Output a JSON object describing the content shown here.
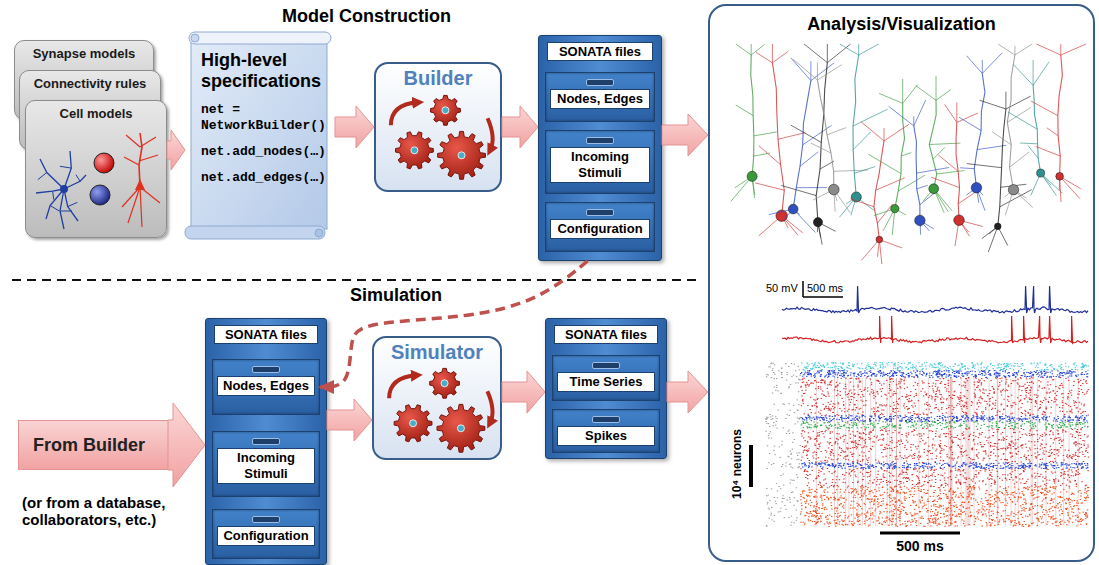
{
  "diagram": {
    "nodes": [
      {
        "text": [
          "Synapse models"
        ]
      },
      {
        "text": [
          "Connectivity rules"
        ]
      },
      {
        "text": [
          "Cell models"
        ]
      },
      {
        "text": [
          "High-level specifications",
          "net = NetworkBuilder()",
          "net.add_nodes(…)",
          "net.add_edges(…)"
        ]
      },
      {
        "text": [
          "Builder"
        ]
      },
      {
        "text": [
          "SONATA files"
        ]
      },
      {
        "text": [
          "Nodes, Edges"
        ],
        "in": 5
      },
      {
        "text": [
          "Incoming Stimuli"
        ],
        "in": 5
      },
      {
        "text": [
          "Configuration"
        ],
        "in": 5
      },
      {
        "text": [
          "Analysis/Visualization"
        ]
      },
      {
        "text": [
          "From Builder"
        ]
      },
      {
        "text": [
          "SONATA files"
        ]
      },
      {
        "text": [
          "Nodes, Edges"
        ],
        "in": 11
      },
      {
        "text": [
          "Incoming Stimuli"
        ],
        "in": 11
      },
      {
        "text": [
          "Configuration"
        ],
        "in": 11
      },
      {
        "text": [
          "Simulator"
        ]
      },
      {
        "text": [
          "SONATA files"
        ]
      },
      {
        "text": [
          "Time Series"
        ],
        "in": 16
      },
      {
        "text": [
          "Spikes"
        ],
        "in": 16
      }
    ],
    "edges": [
      {
        "from": 2,
        "to": 3,
        "arrow": "to"
      },
      {
        "from": 3,
        "to": 4,
        "arrow": "to"
      },
      {
        "from": 4,
        "to": 5,
        "arrow": "to"
      },
      {
        "from": 5,
        "to": 9,
        "arrow": "to"
      },
      {
        "from": 5,
        "to": 12,
        "arrow": "to"
      },
      {
        "from": 10,
        "to": 11,
        "arrow": "to"
      },
      {
        "from": 11,
        "to": 15,
        "arrow": "to"
      },
      {
        "from": 15,
        "to": 16,
        "arrow": "to"
      },
      {
        "from": 16,
        "to": 9,
        "arrow": "to"
      }
    ],
    "labels": [
      "Model Construction",
      "Simulation",
      "(or from a database, collaborators, etc.)",
      "50 mV",
      "500 ms",
      "10⁴ neurons",
      "500 ms"
    ]
  }
}
